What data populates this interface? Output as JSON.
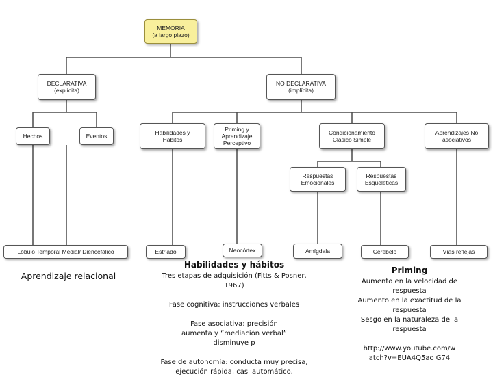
{
  "diagram": {
    "root": {
      "line1": "MEMORIA",
      "line2": "(a largo plazo)"
    },
    "declarativa": {
      "line1": "DECLARATIVA",
      "line2": "(explícita)"
    },
    "no_declarativa": {
      "line1": "NO DECLARATIVA",
      "line2": "(implícita)"
    },
    "hechos": "Hechos",
    "eventos": "Eventos",
    "habilidades": {
      "line1": "Habilidades y",
      "line2": "Hábitos"
    },
    "priming": {
      "line1": "Priming y",
      "line2": "Aprendizaje",
      "line3": "Perceptivo"
    },
    "condicionamiento": {
      "line1": "Condicionamiento",
      "line2": "Clásico Simple"
    },
    "aprendizajes_no_asociativos": {
      "line1": "Aprendizajes No",
      "line2": "asociativos"
    },
    "respuestas_emocionales": {
      "line1": "Respuestas",
      "line2": "Emocionales"
    },
    "respuestas_esqueleticas": {
      "line1": "Respuestas",
      "line2": "Esqueléticas"
    },
    "lobulo": "Lóbulo Temporal Medial/ Diencefálico",
    "estriado": "Estriado",
    "neocortex": "Neocórtex",
    "amigdala": "Amígdala",
    "cerebelo": "Cerebelo",
    "vias_reflejas": "Vías reflejas"
  },
  "annotations": {
    "aprendizaje_relacional": "Aprendizaje relacional",
    "habilidades": {
      "heading": "Habilidades y hábitos",
      "p1": "Tres etapas de adquisición (Fitts & Posner, 1967)",
      "p2": "Fase cognitiva: instrucciones verbales",
      "p3": "Fase asociativa: precisión aumenta y “mediación verbal” disminuye p",
      "p4": "Fase de autonomía: conducta muy precisa, ejecución rápida, casi automático."
    },
    "priming": {
      "heading": "Priming",
      "l1": "Aumento en la velocidad de respuesta",
      "l2": "Aumento en la exactitud de la respuesta",
      "l3": "Sesgo en la naturaleza de la respuesta",
      "url": "http://www.youtube.com/watch?v=EUA4Q5ao G74"
    }
  }
}
